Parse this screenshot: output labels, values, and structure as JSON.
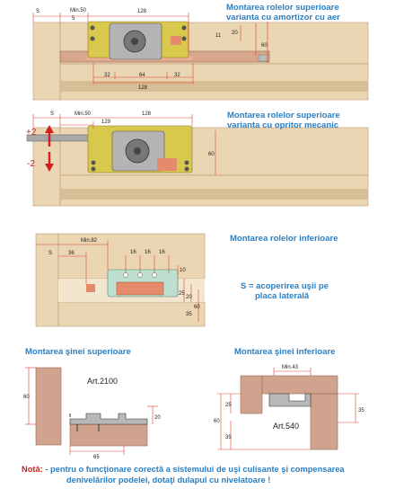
{
  "sections": {
    "s1": {
      "title1": "Montarea rolelor superioare",
      "title2": "varianta cu amortizor cu aer",
      "dims": {
        "s": "S",
        "min50": "Min.50",
        "five": "5",
        "d128a": "128",
        "d11": "11",
        "d20": "20",
        "d60": "60",
        "d32a": "32",
        "d64": "64",
        "d32b": "32",
        "d128b": "128"
      }
    },
    "s2": {
      "title1": "Montarea rolelor superioare",
      "title2": "varianta cu opritor mecanic",
      "plus2": "+2",
      "minus2": "-2",
      "dims": {
        "s": "S",
        "min50": "Min.50",
        "d129": "129",
        "d128": "128",
        "d60": "60"
      }
    },
    "s3": {
      "title": "Montarea rolelor inferioare",
      "dims": {
        "s": "S",
        "min82": "Min.82",
        "d36": "36",
        "d16a": "16",
        "d16b": "16",
        "d16c": "16",
        "d10": "10",
        "d25": "25",
        "d20": "20",
        "d35": "35",
        "d60": "60"
      },
      "note1": "S = acoperirea uşii pe",
      "note2": "placa laterală"
    },
    "s4": {
      "title": "Montarea şinei superioare",
      "art": "Art.2100",
      "dims": {
        "d60": "60",
        "d20": "20",
        "d65": "65"
      }
    },
    "s5": {
      "title": "Montarea şinei inferioare",
      "art": "Art.540",
      "dims": {
        "min43": "Min.43",
        "d60": "60",
        "d25": "25",
        "d35a": "35",
        "d35b": "35"
      }
    }
  },
  "footer": {
    "label": "Notă:",
    "line1": " - pentru o funcţionare corectă a sistemului de uşi culisante şi compensarea",
    "line2": "denivelărilor podelei, dotaţi dulapul cu nivelatoare !"
  },
  "colors": {
    "wood": "#ebd6b3",
    "wood_dark": "#d8bd94",
    "brown": "#d0a38e",
    "dim_red": "#e04030",
    "accent": "#2a7fc4",
    "metal": "#c9c9c9"
  }
}
